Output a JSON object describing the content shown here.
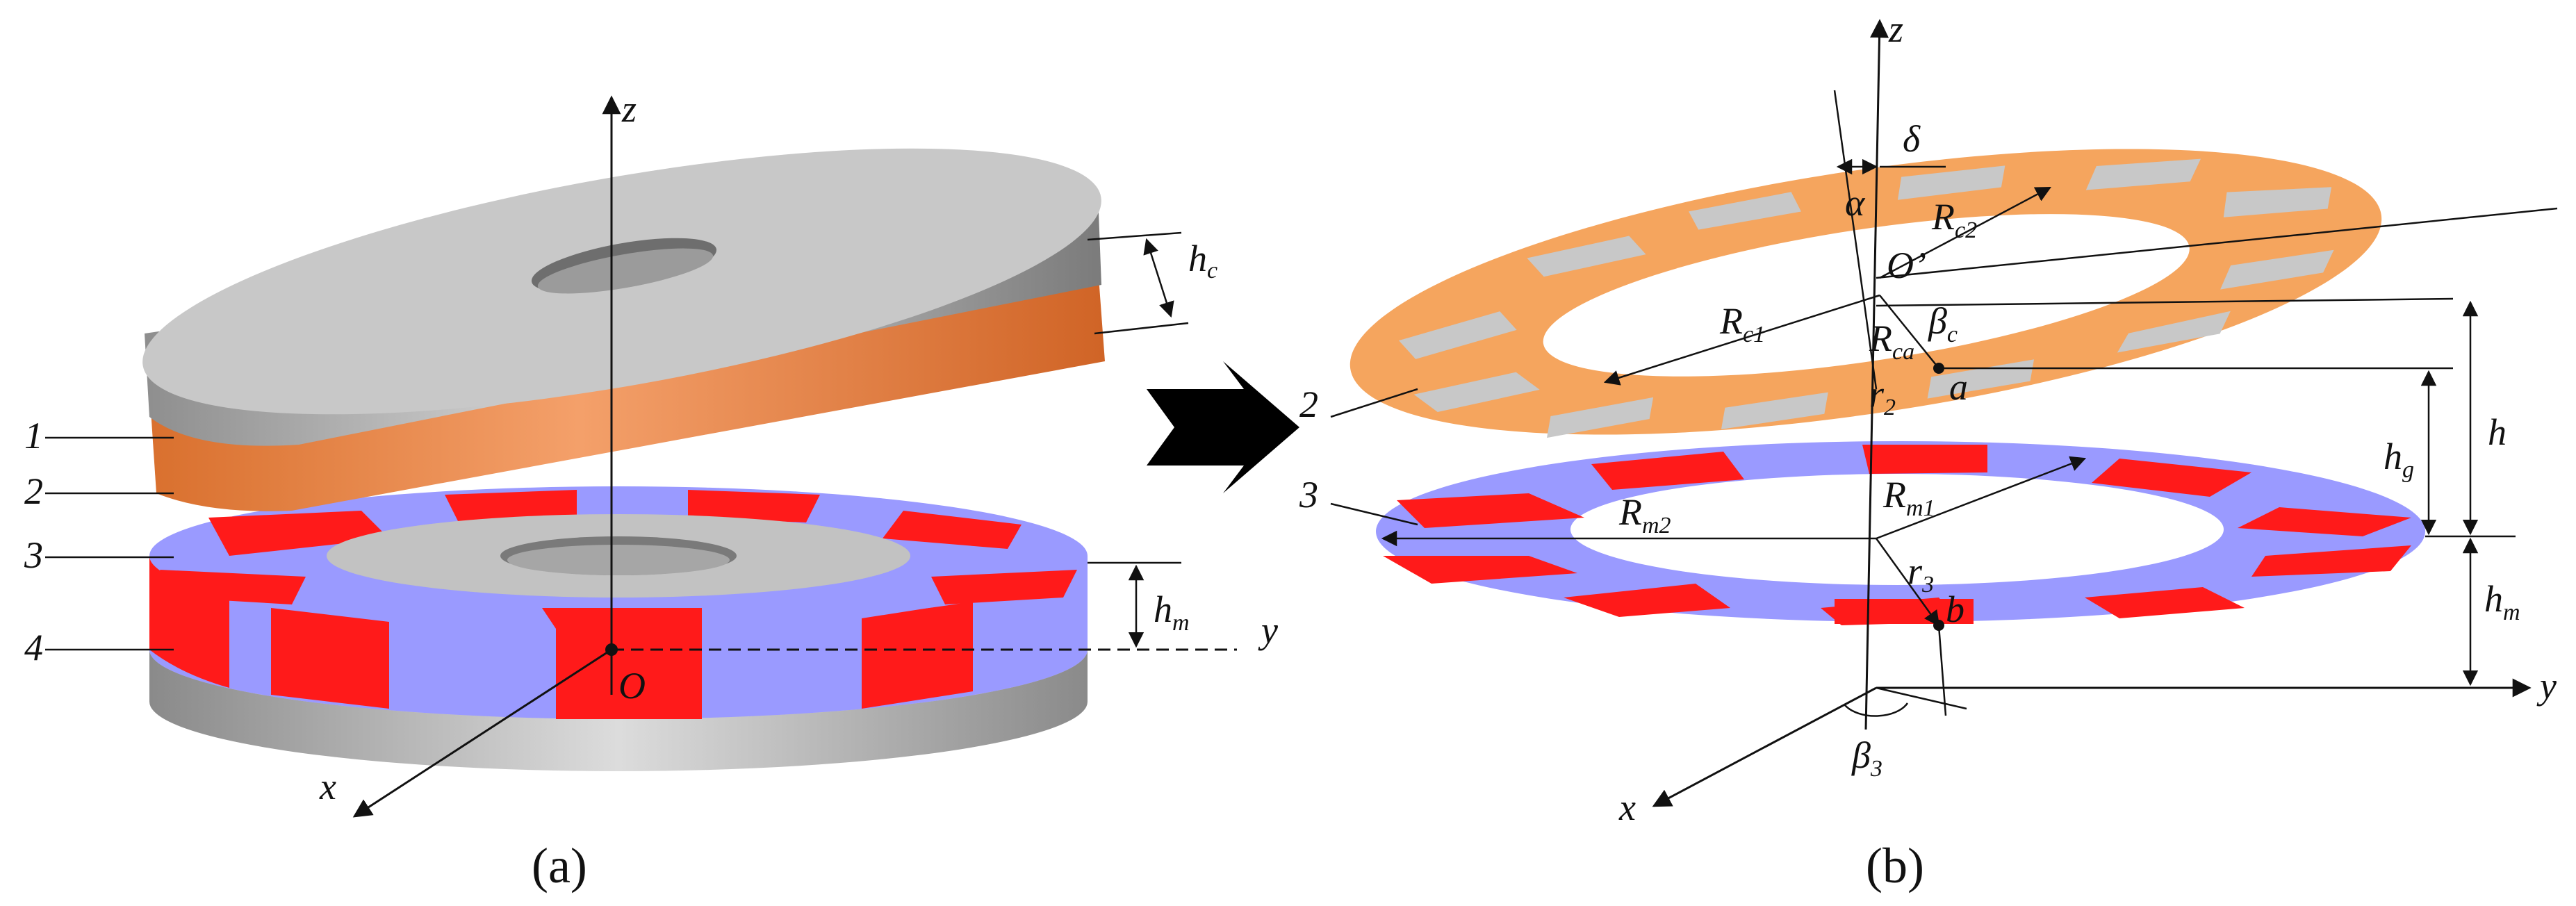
{
  "panels": {
    "a": {
      "caption": "(a)",
      "axes": {
        "z": "z",
        "y": "y",
        "x": "x",
        "origin": "O"
      },
      "part_labels": [
        "1",
        "2",
        "3",
        "4"
      ],
      "dimensions": {
        "hc": "h",
        "hc_sub": "c",
        "hm": "h",
        "hm_sub": "m"
      }
    },
    "b": {
      "caption": "(b)",
      "axes": {
        "z": "z",
        "y": "y",
        "x": "x"
      },
      "part_labels": [
        "2",
        "3"
      ],
      "symbols": {
        "delta": "δ",
        "alpha": "α",
        "Rc2": "R",
        "Rc2_sub": "c2",
        "O_prime": "O’",
        "Rc1": "R",
        "Rc1_sub": "c1",
        "Rca": "R",
        "Rca_sub": "ca",
        "beta_c": "β",
        "beta_c_sub": "c",
        "r2": "r",
        "r2_sub": "2",
        "a": "a",
        "Rm1": "R",
        "Rm1_sub": "m1",
        "Rm2": "R",
        "Rm2_sub": "m2",
        "r3": "r",
        "r3_sub": "3",
        "b": "b",
        "beta3": "β",
        "beta3_sub": "3",
        "h": "h",
        "hg": "h",
        "hg_sub": "g",
        "hm": "h",
        "hm_sub": "m"
      }
    }
  },
  "colors": {
    "copper": "#e8833f",
    "steel": "#b8b8b8",
    "magnet_red": "#ff1a1a",
    "magnet_blue": "#9a9aff",
    "ring_orange": "#f5a55e"
  }
}
